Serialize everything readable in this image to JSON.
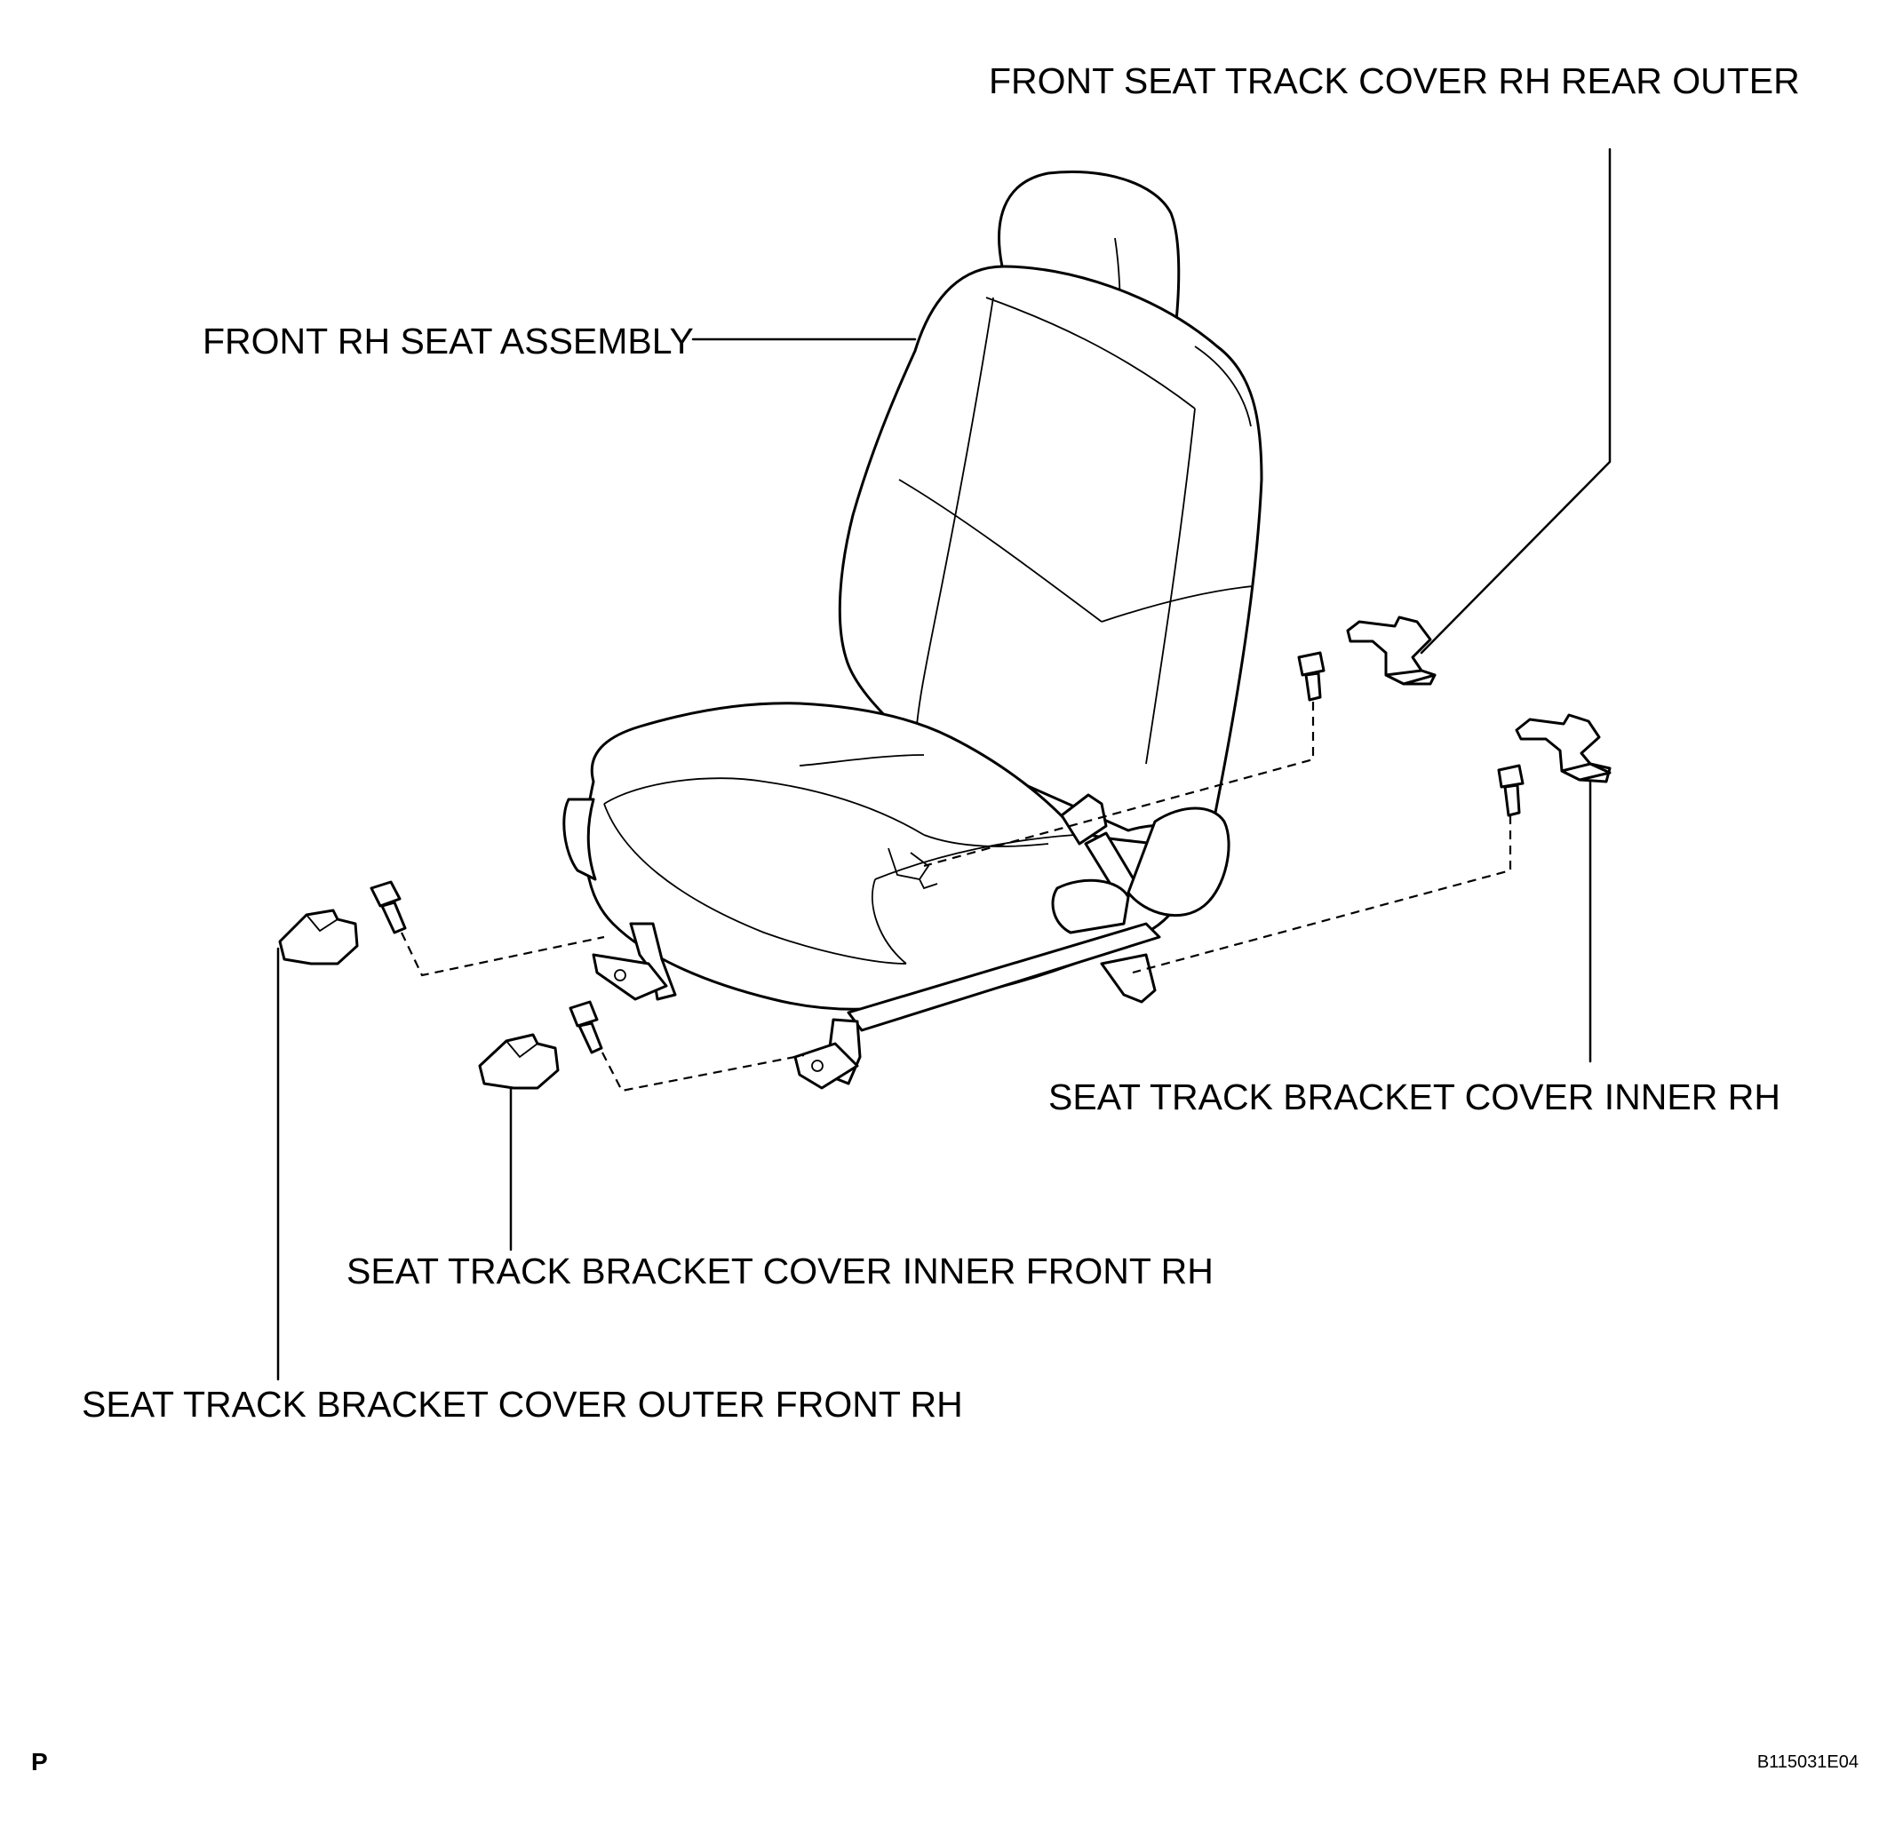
{
  "labels": {
    "rear_outer_cover": "FRONT SEAT TRACK COVER RH REAR OUTER",
    "seat_assembly": "FRONT RH SEAT ASSEMBLY",
    "inner_cover": "SEAT TRACK BRACKET COVER INNER RH",
    "inner_front_cover": "SEAT TRACK BRACKET COVER INNER FRONT RH",
    "outer_front_cover": "SEAT TRACK BRACKET COVER OUTER FRONT RH"
  },
  "corner": {
    "left": "P",
    "right": "B115031E04"
  }
}
